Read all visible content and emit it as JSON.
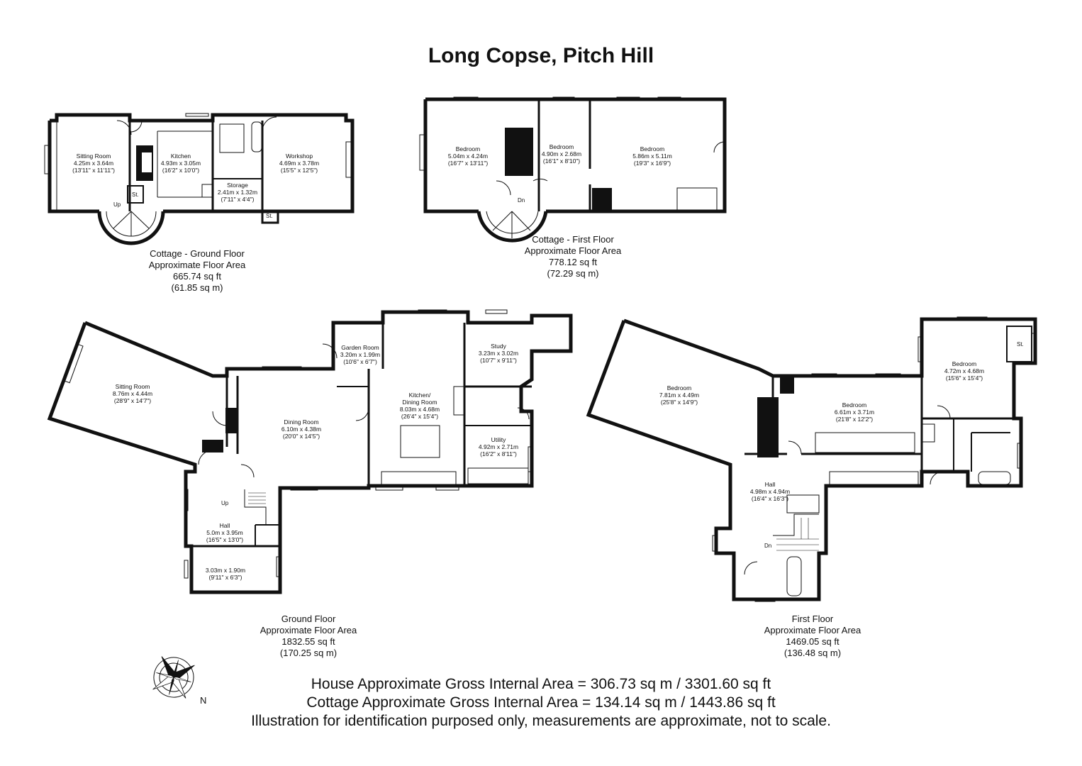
{
  "title": "Long Copse, Pitch Hill",
  "sections": {
    "cottage_ground": {
      "label": "Cottage - Ground Floor",
      "area_label": "Approximate Floor Area",
      "sq_ft": "665.74 sq ft",
      "sq_m": "(61.85 sq m)",
      "rooms": [
        {
          "name": "Sitting Room",
          "metric": "4.25m x 3.64m",
          "imperial": "(13'11\" x 11'11\")"
        },
        {
          "name": "Kitchen",
          "metric": "4.93m x 3.05m",
          "imperial": "(16'2\" x 10'0\")"
        },
        {
          "name": "Workshop",
          "metric": "4.69m x 3.78m",
          "imperial": "(15'5\" x 12'5\")"
        },
        {
          "name": "Storage",
          "metric": "2.41m x 1.32m",
          "imperial": "(7'11\" x 4'4\")"
        }
      ],
      "st1": "St.",
      "st2": "St.",
      "up": "Up"
    },
    "cottage_first": {
      "label": "Cottage - First Floor",
      "area_label": "Approximate Floor Area",
      "sq_ft": "778.12 sq ft",
      "sq_m": "(72.29 sq m)",
      "rooms": [
        {
          "name": "Bedroom",
          "metric": "5.04m x 4.24m",
          "imperial": "(16'7\" x 13'11\")"
        },
        {
          "name": "Bedroom",
          "metric": "4.90m x 2.68m",
          "imperial": "(16'1\" x 8'10\")"
        },
        {
          "name": "Bedroom",
          "metric": "5.86m x 5.11m",
          "imperial": "(19'3\" x 16'9\")"
        }
      ],
      "dn": "Dn"
    },
    "ground": {
      "label": "Ground Floor",
      "area_label": "Approximate Floor Area",
      "sq_ft": "1832.55 sq ft",
      "sq_m": "(170.25 sq m)",
      "rooms": [
        {
          "name": "Sitting Room",
          "metric": "8.76m x 4.44m",
          "imperial": "(28'9\" x 14'7\")"
        },
        {
          "name": "Garden Room",
          "metric": "3.20m x 1.99m",
          "imperial": "(10'6\" x 6'7\")"
        },
        {
          "name": "Study",
          "metric": "3.23m x 3.02m",
          "imperial": "(10'7\" x 9'11\")"
        },
        {
          "name": "Dining Room",
          "metric": "6.10m x 4.38m",
          "imperial": "(20'0\" x 14'5\")"
        },
        {
          "name": "Kitchen/",
          "name2": "Dining Room",
          "metric": "8.03m x 4.68m",
          "imperial": "(26'4\" x 15'4\")"
        },
        {
          "name": "Utility",
          "metric": "4.92m x 2.71m",
          "imperial": "(16'2\" x 8'11\")"
        },
        {
          "name": "Hall",
          "metric": "5.0m x 3.95m",
          "imperial": "(16'5\" x 13'0\")"
        },
        {
          "name": "",
          "metric": "3.03m x 1.90m",
          "imperial": "(9'11\" x 6'3\")"
        }
      ],
      "up": "Up"
    },
    "first": {
      "label": "First Floor",
      "area_label": "Approximate Floor Area",
      "sq_ft": "1469.05 sq ft",
      "sq_m": "(136.48 sq m)",
      "rooms": [
        {
          "name": "Bedroom",
          "metric": "7.81m x 4.49m",
          "imperial": "(25'8\" x 14'9\")"
        },
        {
          "name": "Bedroom",
          "metric": "6.61m x 3.71m",
          "imperial": "(21'8\" x 12'2\")"
        },
        {
          "name": "Bedroom",
          "metric": "4.72m x 4.68m",
          "imperial": "(15'6\" x 15'4\")"
        },
        {
          "name": "Hall",
          "metric": "4.98m x 4.94m",
          "imperial": "(16'4\" x 16'3\")"
        }
      ],
      "st": "St.",
      "dn": "Dn"
    }
  },
  "footer": {
    "line1": "House Approximate Gross Internal Area  = 306.73 sq m / 3301.60 sq ft",
    "line2": "Cottage Approximate Gross Internal Area  = 134.14 sq m / 1443.86 sq ft",
    "line3": "Illustration for identification purposed only, measurements are approximate, not to scale."
  },
  "compass": {
    "north_label": "N"
  }
}
